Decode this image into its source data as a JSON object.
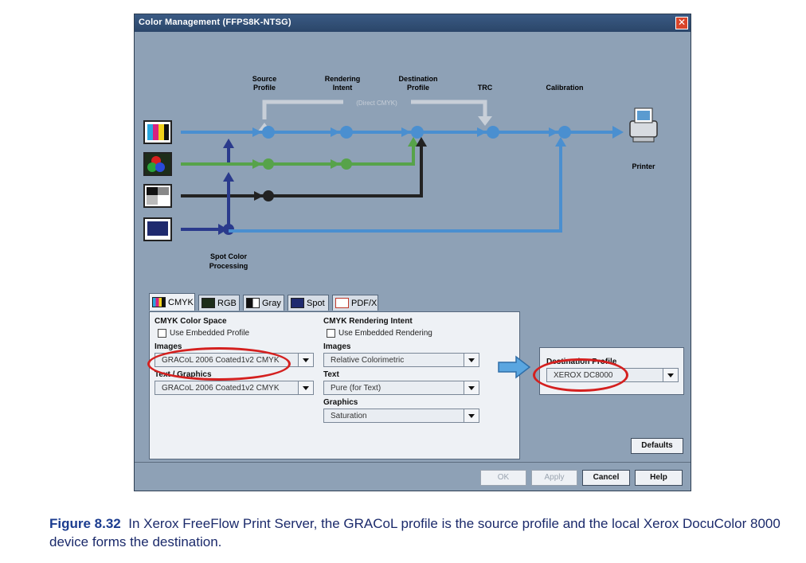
{
  "window": {
    "title": "Color Management (FFPS8K-NTSG)",
    "close_glyph": "✕"
  },
  "flow": {
    "stage_source": [
      "Source",
      "Profile"
    ],
    "stage_rendering": [
      "Rendering",
      "Intent"
    ],
    "stage_destination": [
      "Destination",
      "Profile"
    ],
    "stage_trc": "TRC",
    "stage_calibration": "Calibration",
    "direct_cmyk": "(Direct CMYK)",
    "printer_label": "Printer",
    "spot_label": [
      "Spot Color",
      "Processing"
    ],
    "colors": {
      "cmyk": "#4a8fd0",
      "rgb": "#57a34a",
      "gray": "#222222",
      "spot": "#2a3a8c",
      "disabled": "#c8cfd8"
    }
  },
  "tabs": [
    {
      "label": "CMYK",
      "icon": "cmyk-icon",
      "active": true
    },
    {
      "label": "RGB",
      "icon": "rgb-icon",
      "active": false
    },
    {
      "label": "Gray",
      "icon": "gray-icon",
      "active": false
    },
    {
      "label": "Spot",
      "icon": "spot-icon",
      "active": false
    },
    {
      "label": "PDF/X",
      "icon": "pdfx-icon",
      "active": false
    }
  ],
  "color_space": {
    "heading": "CMYK Color Space",
    "use_embedded": "Use Embedded Profile",
    "images_label": "Images",
    "images_value": "GRACoL 2006 Coated1v2 CMYK",
    "text_graphics_label": "Text / Graphics",
    "text_graphics_value": "GRACoL 2006 Coated1v2 CMYK"
  },
  "rendering_intent": {
    "heading": "CMYK Rendering Intent",
    "use_embedded": "Use Embedded Rendering",
    "images_label": "Images",
    "images_value": "Relative Colorimetric",
    "text_label": "Text",
    "text_value": "Pure (for Text)",
    "graphics_label": "Graphics",
    "graphics_value": "Saturation"
  },
  "destination": {
    "label": "Destination Profile",
    "value": "XEROX DC8000"
  },
  "buttons": {
    "defaults": "Defaults",
    "ok": "OK",
    "apply": "Apply",
    "cancel": "Cancel",
    "help": "Help"
  },
  "caption": {
    "figure": "Figure 8.32",
    "text": "In Xerox FreeFlow Print Server, the GRACoL profile is the source profile and the local Xerox DocuColor 8000 device forms the destination."
  }
}
